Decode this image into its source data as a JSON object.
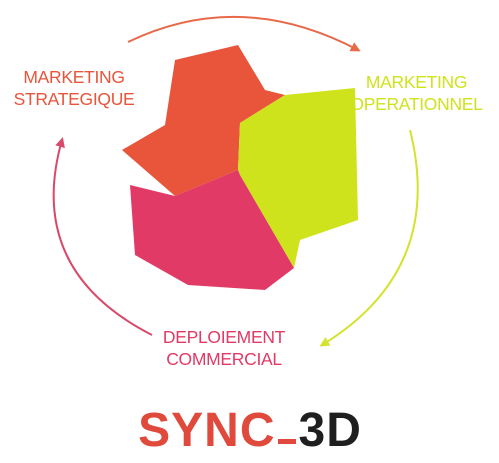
{
  "labels": {
    "strategic": {
      "line1": "MARKETING",
      "line2": "STRATEGIQUE"
    },
    "operational": {
      "line1": "MARKETING",
      "line2": "OPERATIONNEL"
    },
    "commercial": {
      "line1": "DEPLOIEMENT",
      "line2": "COMMERCIAL"
    }
  },
  "brand": {
    "part1": "SYNC",
    "part2": "3D"
  },
  "colors": {
    "strategic": "#e8553b",
    "operational": "#cfe31c",
    "commercial": "#e23a66",
    "arrow_top": "#e8694a",
    "arrow_right": "#d4e230",
    "arrow_left": "#d84a6a",
    "brand_red": "#e04a3c",
    "brand_dark": "#1f1f1f"
  },
  "icons": {
    "cycle": "cycle-arrows-icon",
    "cube": "3d-cube-icon"
  }
}
